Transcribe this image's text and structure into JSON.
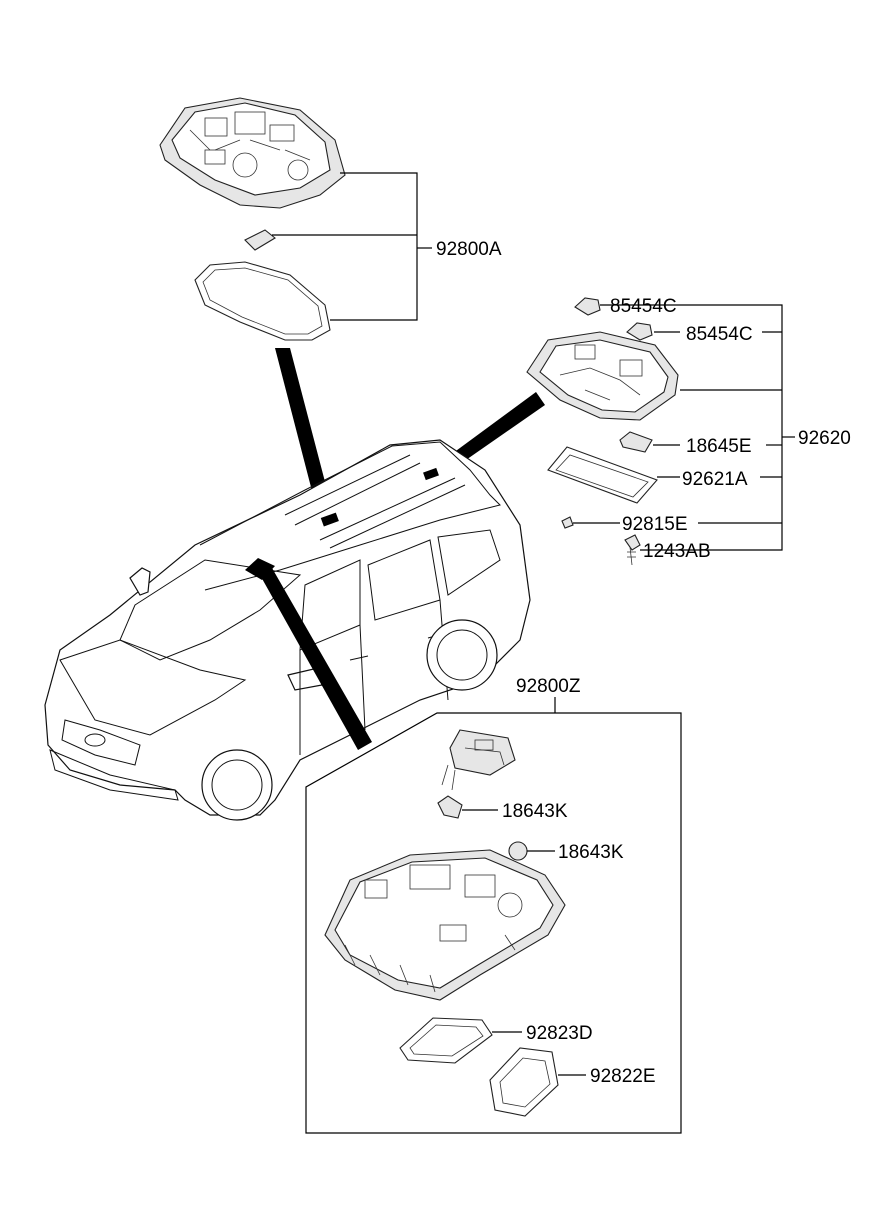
{
  "callouts": {
    "c92800A": "92800A",
    "c85454C_1": "85454C",
    "c85454C_2": "85454C",
    "c92620": "92620",
    "c18645E": "18645E",
    "c92621A": "92621A",
    "c92815E": "92815E",
    "c1243AB": "1243AB",
    "c92800Z": "92800Z",
    "c18643K_1": "18643K",
    "c18643K_2": "18643K",
    "c92823D": "92823D",
    "c92822E": "92822E"
  }
}
